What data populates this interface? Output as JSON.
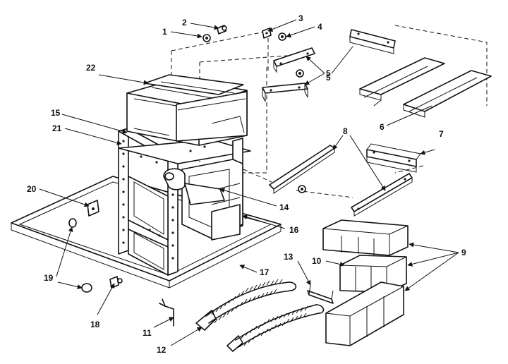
{
  "diagram": {
    "callouts": [
      {
        "id": "c1",
        "label": "1"
      },
      {
        "id": "c2",
        "label": "2"
      },
      {
        "id": "c3",
        "label": "3"
      },
      {
        "id": "c4",
        "label": "4"
      },
      {
        "id": "c5a",
        "label": "5"
      },
      {
        "id": "c5b",
        "label": "5"
      },
      {
        "id": "c6",
        "label": "6"
      },
      {
        "id": "c7",
        "label": "7"
      },
      {
        "id": "c8",
        "label": "8"
      },
      {
        "id": "c9",
        "label": "9"
      },
      {
        "id": "c10",
        "label": "10"
      },
      {
        "id": "c11",
        "label": "11"
      },
      {
        "id": "c12",
        "label": "12"
      },
      {
        "id": "c13",
        "label": "13"
      },
      {
        "id": "c14",
        "label": "14"
      },
      {
        "id": "c15",
        "label": "15"
      },
      {
        "id": "c16",
        "label": "16"
      },
      {
        "id": "c17",
        "label": "17"
      },
      {
        "id": "c18",
        "label": "18"
      },
      {
        "id": "c19",
        "label": "19"
      },
      {
        "id": "c20",
        "label": "20"
      },
      {
        "id": "c21",
        "label": "21"
      },
      {
        "id": "c22",
        "label": "22"
      }
    ]
  }
}
